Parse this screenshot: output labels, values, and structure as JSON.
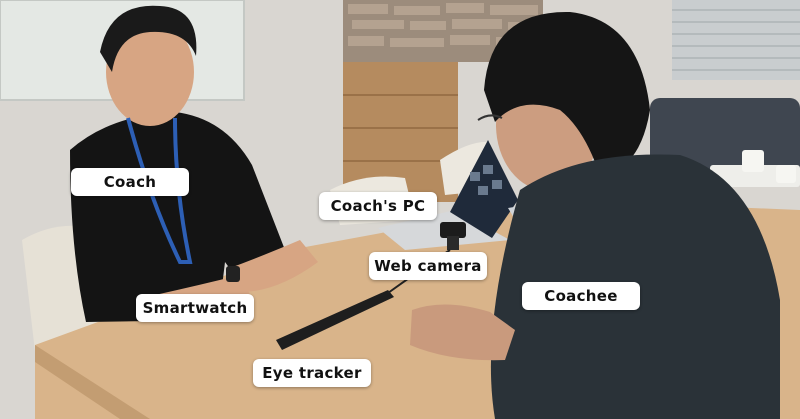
{
  "labels": {
    "coach": "Coach",
    "coach_pc": "Coach's PC",
    "web_camera": "Web camera",
    "smartwatch": "Smartwatch",
    "coachee": "Coachee",
    "eye_tracker": "Eye tracker"
  },
  "colors": {
    "label_bg": "#ffffff",
    "label_text": "#111111"
  }
}
